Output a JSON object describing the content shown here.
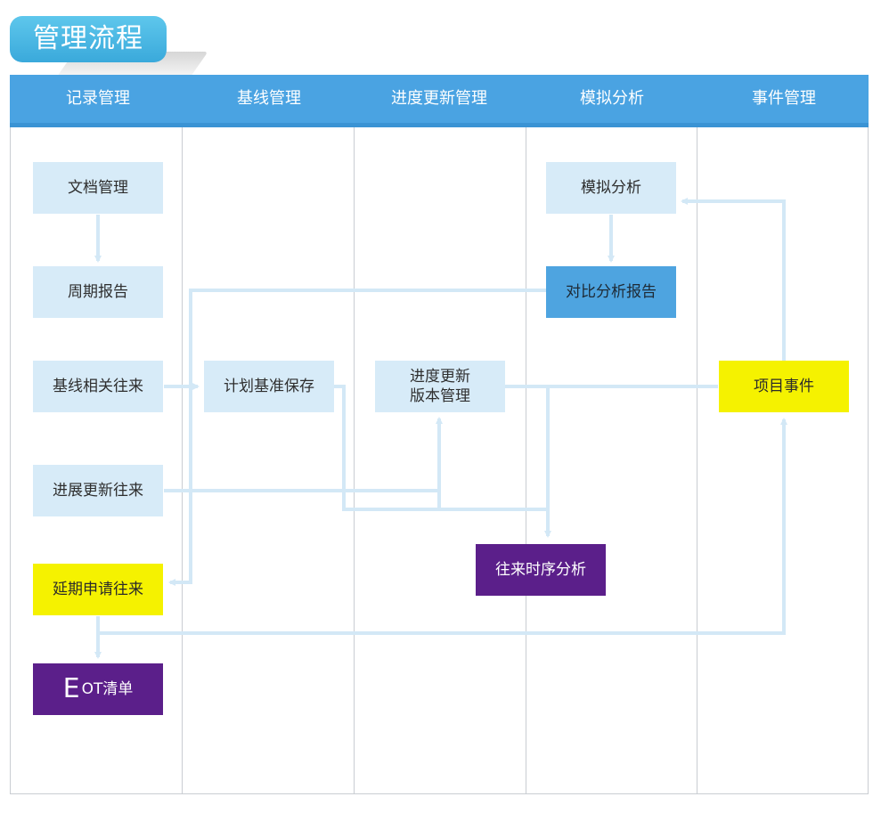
{
  "title": "管理流程",
  "columns": [
    "记录管理",
    "基线管理",
    "进度更新管理",
    "模拟分析",
    "事件管理"
  ],
  "nodes": {
    "doc_mgmt": "文档管理",
    "period_report": "周期报告",
    "baseline_corr": "基线相关往来",
    "progress_corr": "进展更新往来",
    "delay_corr": "延期申请往来",
    "eot_big": "E",
    "eot_rest": "OT清单",
    "plan_save": "计划基准保存",
    "progress_version": "进度更新\n版本管理",
    "sim_analysis": "模拟分析",
    "compare_report": "对比分析报告",
    "corr_timing": "往来时序分析",
    "project_event": "项目事件"
  },
  "colors": {
    "header": "#4aa3e2",
    "node_light": "#d7ebf8",
    "node_blue": "#4ea4e0",
    "node_yellow": "#f5f200",
    "node_purple": "#5b1f8a",
    "flow_line": "#d3e8f6"
  }
}
